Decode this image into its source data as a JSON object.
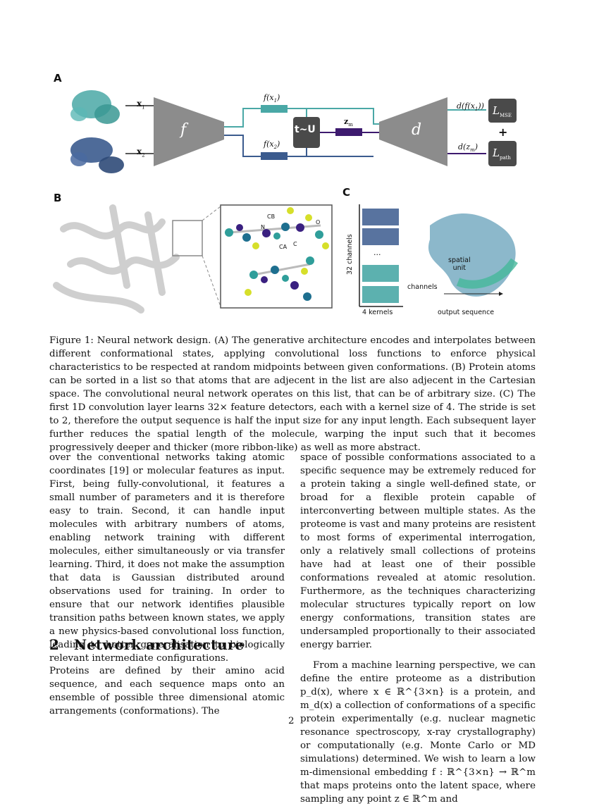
{
  "figure": {
    "panel_a": {
      "label": "A",
      "x1": "x",
      "x1_sub": "1",
      "x2": "x",
      "x2_sub": "2",
      "encoder": "f",
      "fx1": "f(x",
      "fx1_sub": "1",
      "fx1_close": ")",
      "fx2": "f(x",
      "fx2_sub": "2",
      "fx2_close": ")",
      "tu": "t~U",
      "zm": "z",
      "zm_sub": "m",
      "decoder": "d",
      "dfx1": "d(f(x",
      "dfx1_sub": "1",
      "dfx1_close": "))",
      "dzm": "d(z",
      "dzm_sub": "m",
      "dzm_close": ")",
      "loss_mse": "L",
      "loss_mse_sub": "MSE",
      "plus": "+",
      "loss_path": "L",
      "loss_path_sub": "path"
    },
    "panel_b": {
      "label": "B",
      "atom_labels": [
        "CB",
        "O",
        "N",
        "CA",
        "C"
      ]
    },
    "panel_c": {
      "label": "C",
      "y_axis": "32 channels",
      "ellipsis": "...",
      "x_axis": "4 kernels",
      "spatial_unit": "spatial\nunit",
      "channels": "channels",
      "output_sequence": "output sequence"
    },
    "colors": {
      "teal": "#4aa8a6",
      "navy": "#3b5b8e",
      "purple": "#3d1a6e",
      "grey_box": "#4a4a4a",
      "trapezoid": "#8c8c8c"
    }
  },
  "caption": "Figure 1: Neural network design. (A) The generative architecture encodes and interpolates between different conformational states, applying convolutional loss functions to enforce physical characteristics to be respected at random midpoints between given conformations. (B) Protein atoms can be sorted in a list so that atoms that are adjecent in the list are also adjecent in the Cartesian space. The convolutional neural network operates on this list, that can be of arbitrary size. (C) The first 1D convolution layer learns 32× feature detectors, each with a kernel size of 4. The stride is set to 2, therefore the output sequence is half the input size for any input length. Each subsequent layer further reduces the spatial length of the molecule, warping the input such that it becomes progressively deeper and thicker (more ribbon-like) as well as more abstract.",
  "left_column": {
    "para1": "over the conventional networks taking atomic coordinates [19] or molecular features as input. First, being fully-convolutional, it features a small number of parameters and it is therefore easy to train. Second, it can handle input molecules with arbitrary numbers of atoms, enabling network training with different molecules, either simultaneously or via transfer learning. Third, it does not make the assumption that data is Gaussian distributed around observations used for training. In order to ensure that our network identifies plausible transition paths between known states, we apply a new physics-based convolutional loss function, leading to better generalisation to biologically relevant intermediate configurations.",
    "section_number": "2",
    "section_title": "Network architecture",
    "para2": "Proteins are defined by their amino acid sequence, and each sequence maps onto an ensemble of possible three dimensional atomic arrangements (conformations). The"
  },
  "right_column": {
    "para1": "space of possible conformations associated to a specific sequence may be extremely reduced for a protein taking a single well-defined state, or broad for a flexible protein capable of interconverting between multiple states. As the proteome is vast and many proteins are resistent to most forms of experimental interrogation, only a relatively small collections of proteins have had at least one of their possible conformations revealed at atomic resolution. Furthermore, as the techniques characterizing molecular structures typically report on low energy conformations, transition states are undersampled proportionally to their associated energy barrier.",
    "para2": "From a machine learning perspective, we can define the entire proteome as a distribution p_d(x), where x ∈ ℝ^{3×n} is a protein, and m_d(x) a collection of conformations of a specific protein experimentally (e.g. nuclear magnetic resonance spectroscopy, x-ray crystallography) or computationally (e.g. Monte Carlo or MD simulations) determined. We wish to learn a low m-dimensional embedding f : ℝ^{3×n} → ℝ^m that maps proteins onto the latent space, where sampling any point z ∈ ℝ^m and"
  },
  "page_number": "2"
}
